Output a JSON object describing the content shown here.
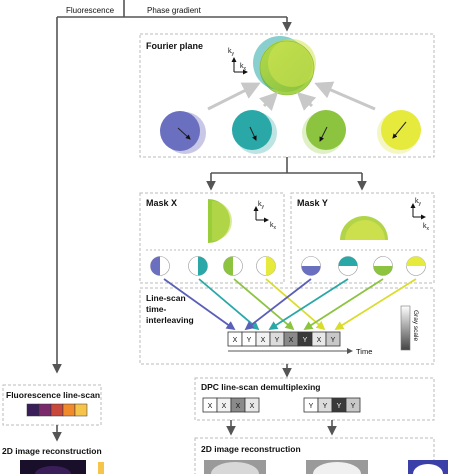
{
  "branches": {
    "fluorescence": "Fluorescence",
    "phase": "Phase gradient"
  },
  "fourier": {
    "title": "Fourier plane",
    "ky": "k",
    "ky_sub": "y",
    "kx": "k",
    "kx_sub": "x"
  },
  "masks": {
    "x": {
      "title": "Mask X",
      "ky": "k",
      "ky_sub": "y",
      "kx": "k",
      "kx_sub": "x"
    },
    "y": {
      "title": "Mask Y",
      "ky": "k",
      "ky_sub": "y",
      "kx": "k",
      "kx_sub": "x"
    }
  },
  "interleave": {
    "title_lines": [
      "Line-scan",
      "time-",
      "interleaving"
    ],
    "cells": [
      "X",
      "Y",
      "X",
      "Y",
      "X",
      "Y",
      "X",
      "Y"
    ],
    "time_label": "Time",
    "gray_label": "Gray scale"
  },
  "demux": {
    "title": "DPC line-scan demultiplexing",
    "x_cells": [
      "X",
      "X",
      "X",
      "X"
    ],
    "y_cells": [
      "Y",
      "Y",
      "Y",
      "Y"
    ]
  },
  "fluor": {
    "title": "Fluorescence line-scan",
    "recon_title": "2D image reconstruction"
  },
  "recon": {
    "title": "2D image reconstruction"
  },
  "colors": {
    "purple": "#6a6fc0",
    "teal": "#2aa8a8",
    "lightgreen": "#8cc440",
    "yellow": "#e6ea3c",
    "green": "#9acd3a",
    "arrow_gray": "#c8c8c8",
    "line_gray": "#555555",
    "dash": "#bbbbbb"
  }
}
